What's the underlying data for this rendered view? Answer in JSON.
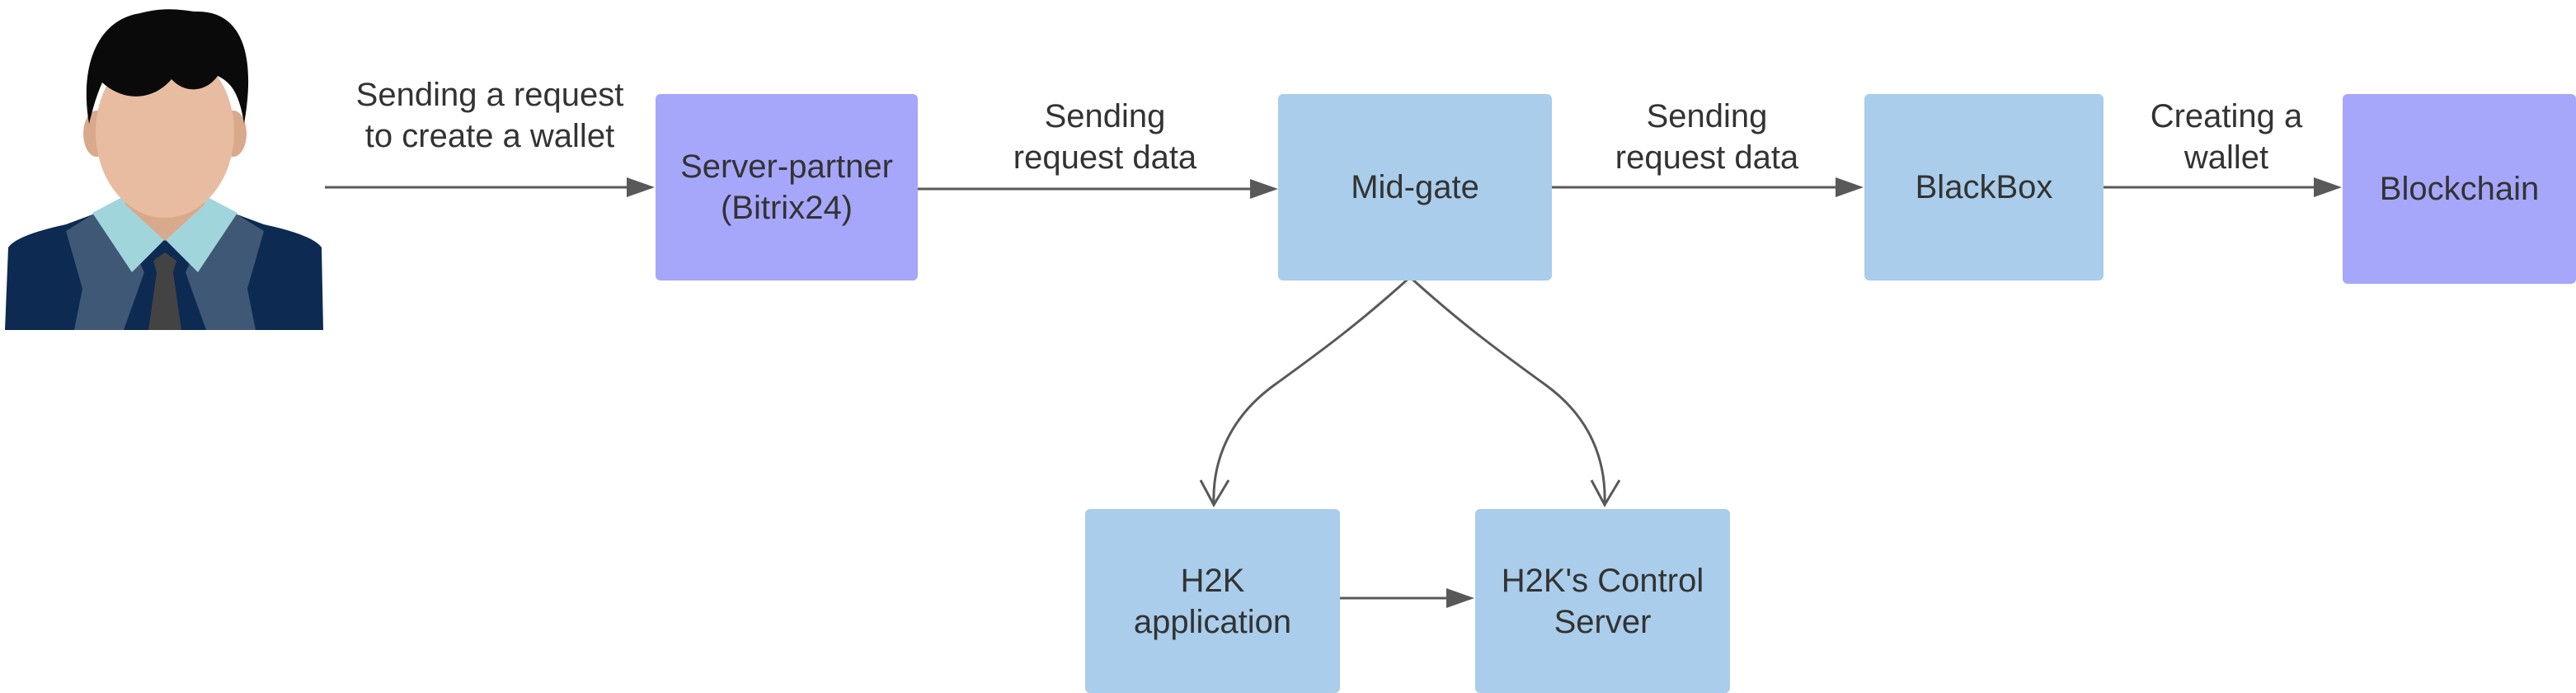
{
  "colors": {
    "purple_box": "#a6a6fb",
    "blue_box": "#a9cdea",
    "edge": "#595959",
    "text": "#333333",
    "hair": "#0a0a0a",
    "skin": "#e8bca1",
    "shirt": "#a1d5dc",
    "suit": "#0d2a52",
    "lapel": "#3f5875",
    "tie": "#434343"
  },
  "nodes": {
    "server_partner": {
      "lines": [
        "Server-partner",
        "(Bitrix24)"
      ],
      "color": "#a6a6fb"
    },
    "mid_gate": {
      "lines": [
        "Mid-gate"
      ],
      "color": "#a9cdea"
    },
    "blackbox": {
      "lines": [
        "BlackBox"
      ],
      "color": "#a9cdea"
    },
    "blockchain": {
      "lines": [
        "Blockchain"
      ],
      "color": "#a6a6fb"
    },
    "h2k_app": {
      "lines": [
        "H2K",
        "application"
      ],
      "color": "#a9cdea"
    },
    "h2k_control": {
      "lines": [
        "H2K's Control",
        "Server"
      ],
      "color": "#a9cdea"
    }
  },
  "edges": {
    "user_to_server": {
      "lines": [
        "Sending a request",
        "to create a wallet"
      ]
    },
    "server_to_midgate": {
      "lines": [
        "Sending",
        "request data"
      ]
    },
    "midgate_to_blackbox": {
      "lines": [
        "Sending",
        "request data"
      ]
    },
    "blackbox_to_blockchain": {
      "lines": [
        "Creating a",
        "wallet"
      ]
    }
  }
}
